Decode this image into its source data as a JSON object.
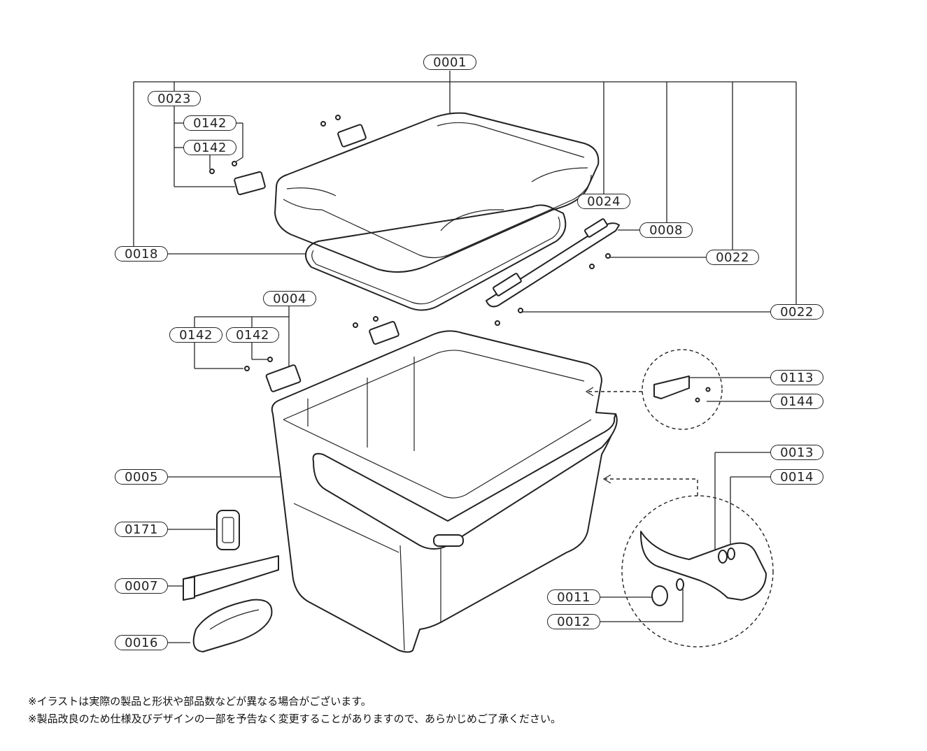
{
  "parts": {
    "p0001": "0001",
    "p0023": "0023",
    "p0142a": "0142",
    "p0142b": "0142",
    "p0018": "0018",
    "p0024": "0024",
    "p0008": "0008",
    "p0022a": "0022",
    "p0022b": "0022",
    "p0004": "0004",
    "p0142c": "0142",
    "p0142d": "0142",
    "p0113": "0113",
    "p0144": "0144",
    "p0005": "0005",
    "p0013": "0013",
    "p0014": "0014",
    "p0171": "0171",
    "p0007": "0007",
    "p0011": "0011",
    "p0012": "0012",
    "p0016": "0016"
  },
  "notes": [
    "※イラストは実際の製品と形状や部品数などが異なる場合がございます。",
    "※製品改良のため仕様及びデザインの一部を予告なく変更することがありますので、あらかじめご了承ください。"
  ]
}
